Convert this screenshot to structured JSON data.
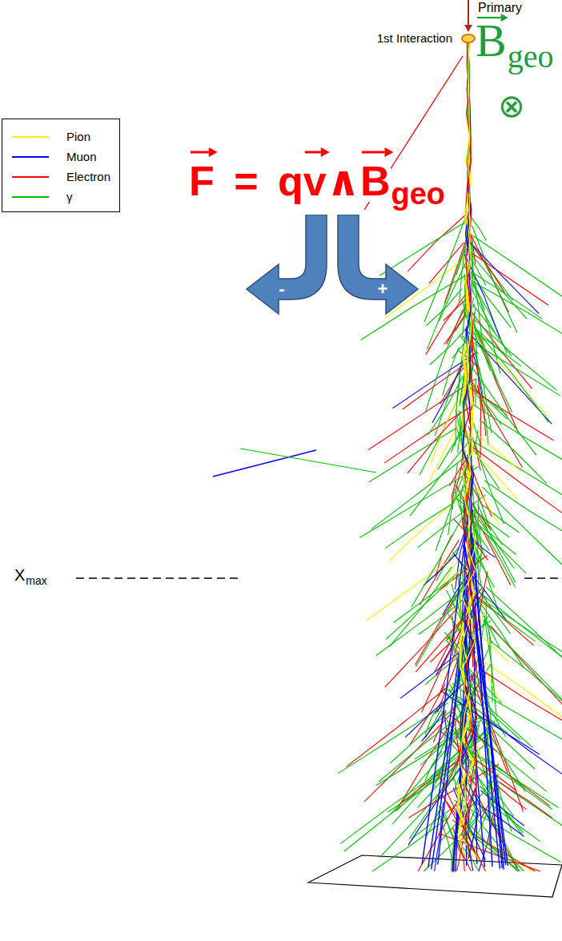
{
  "diagram": {
    "nodes": [
      {
        "text": [
          "-"
        ]
      },
      {
        "text": [
          "+"
        ]
      }
    ],
    "labels": [
      "Primary",
      "1st Interaction",
      "B",
      "geo",
      "⊗",
      "F = qv∧B",
      "geo",
      "X",
      "max"
    ],
    "legend": [
      {
        "text": "Pion"
      },
      {
        "text": "Muon"
      },
      {
        "text": "Electron"
      },
      {
        "text": "γ"
      }
    ]
  }
}
